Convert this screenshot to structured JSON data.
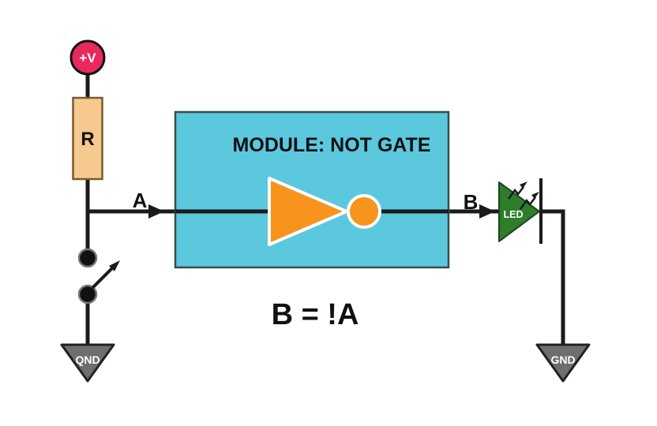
{
  "diagram": {
    "power": {
      "label": "+V"
    },
    "resistor": {
      "label": "R"
    },
    "module": {
      "title": "MODULE: NOT GATE"
    },
    "signals": {
      "input_label": "A",
      "output_label": "B"
    },
    "led": {
      "label": "LED"
    },
    "grounds": {
      "left_label": "QND",
      "right_label": "GND"
    },
    "equation": {
      "text": "B = !A"
    },
    "colors": {
      "background": "#ffffff",
      "wire": "#1a1a1a",
      "module_fill": "#5bc8de",
      "module_border": "#3d4a49",
      "gate_orange": "#f7941d",
      "gate_outline": "#ffffff",
      "power_fill": "#e8295b",
      "resistor_fill": "#f6c98e",
      "ground_fill": "#6e6e6e",
      "led_fill": "#2e7d2b",
      "text_dark": "#111111",
      "text_light": "#ffffff"
    }
  }
}
